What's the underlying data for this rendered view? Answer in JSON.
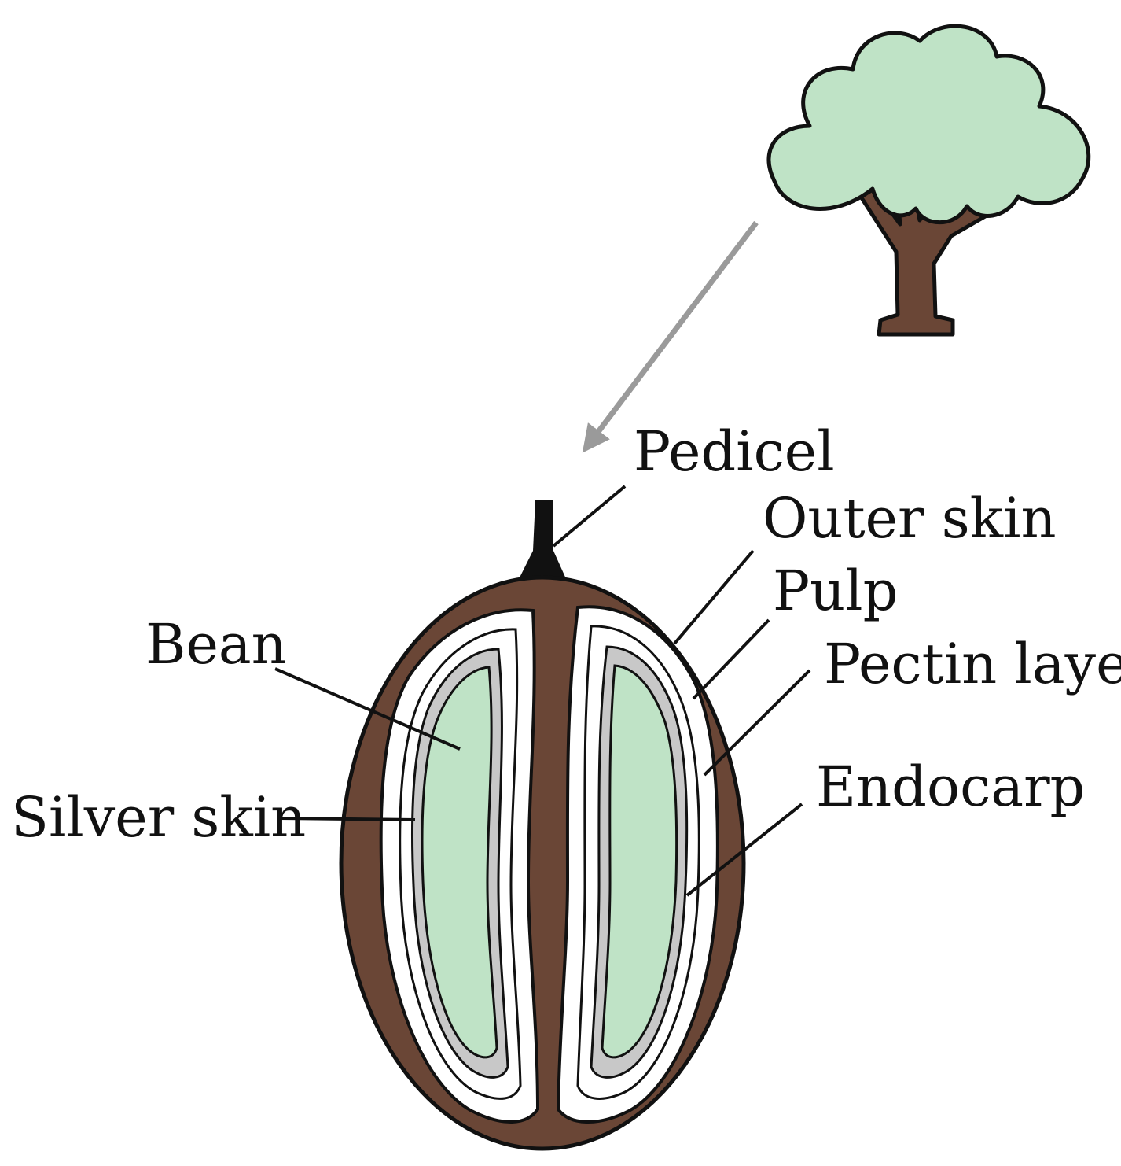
{
  "labels": {
    "pedicel": "Pedicel",
    "outer_skin": "Outer skin",
    "pulp": "Pulp",
    "pectin_layer": "Pectin layer",
    "endocarp": "Endocarp",
    "bean": "Bean",
    "silver_skin": "Silver skin"
  },
  "colors": {
    "bean": "#bfe3c6",
    "tree_crown": "#bfe3c6",
    "tree_trunk": "#6a4636",
    "fruit_pulp": "#6a4636",
    "silver_skin": "#c8c8c8",
    "arrow": "#9a9a9a",
    "outline": "#111111"
  },
  "icons": {
    "tree": "tree-icon",
    "arrow": "arrow-icon"
  }
}
